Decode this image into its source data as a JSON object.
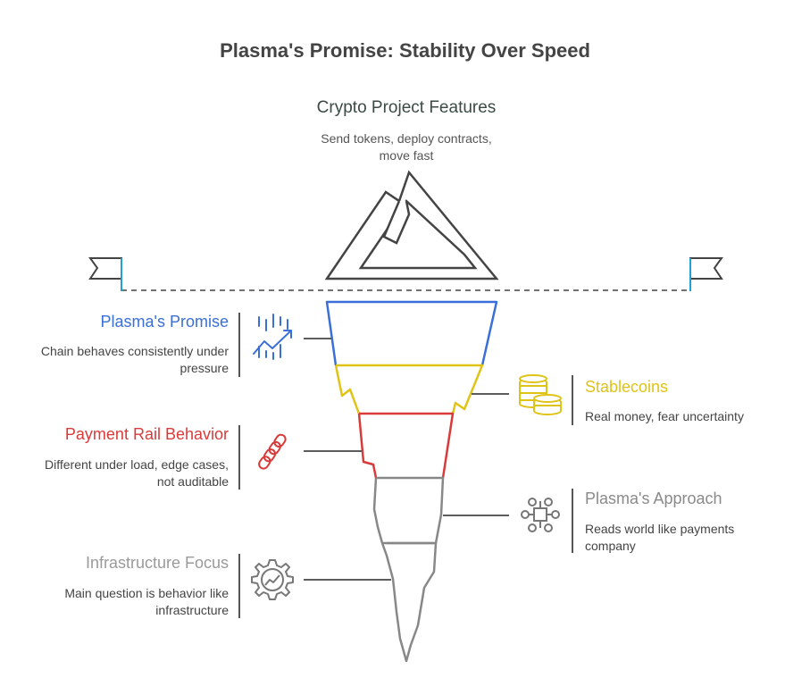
{
  "title": "Plasma's Promise: Stability Over Speed",
  "top": {
    "heading": "Crypto Project Features",
    "description_line1": "Send tokens, deploy contracts,",
    "description_line2": "move fast"
  },
  "items": {
    "promise": {
      "heading": "Plasma's Promise",
      "line1": "Chain behaves consistently under",
      "line2": "pressure",
      "color": "#3a6fd8",
      "icon": "growth-chart-icon"
    },
    "stablecoins": {
      "heading": "Stablecoins",
      "line1": "Real money, fear uncertainty",
      "color": "#e0c317",
      "icon": "coins-icon"
    },
    "payment": {
      "heading": "Payment Rail Behavior",
      "line1": "Different under load, edge cases,",
      "line2": "not auditable",
      "color": "#d93a3a",
      "icon": "chain-link-icon"
    },
    "approach": {
      "heading": "Plasma's Approach",
      "line1": "Reads world like payments",
      "line2": "company",
      "color": "#8a8a8a",
      "icon": "network-icon"
    },
    "infrastructure": {
      "heading": "Infrastructure Focus",
      "line1": "Main question is behavior like",
      "line2": "infrastructure",
      "color": "#9a9a9a",
      "icon": "gear-chart-icon"
    }
  },
  "colors": {
    "waterline": "#444444",
    "flag_accent": "#1fa3d6",
    "outline": "#444444"
  }
}
